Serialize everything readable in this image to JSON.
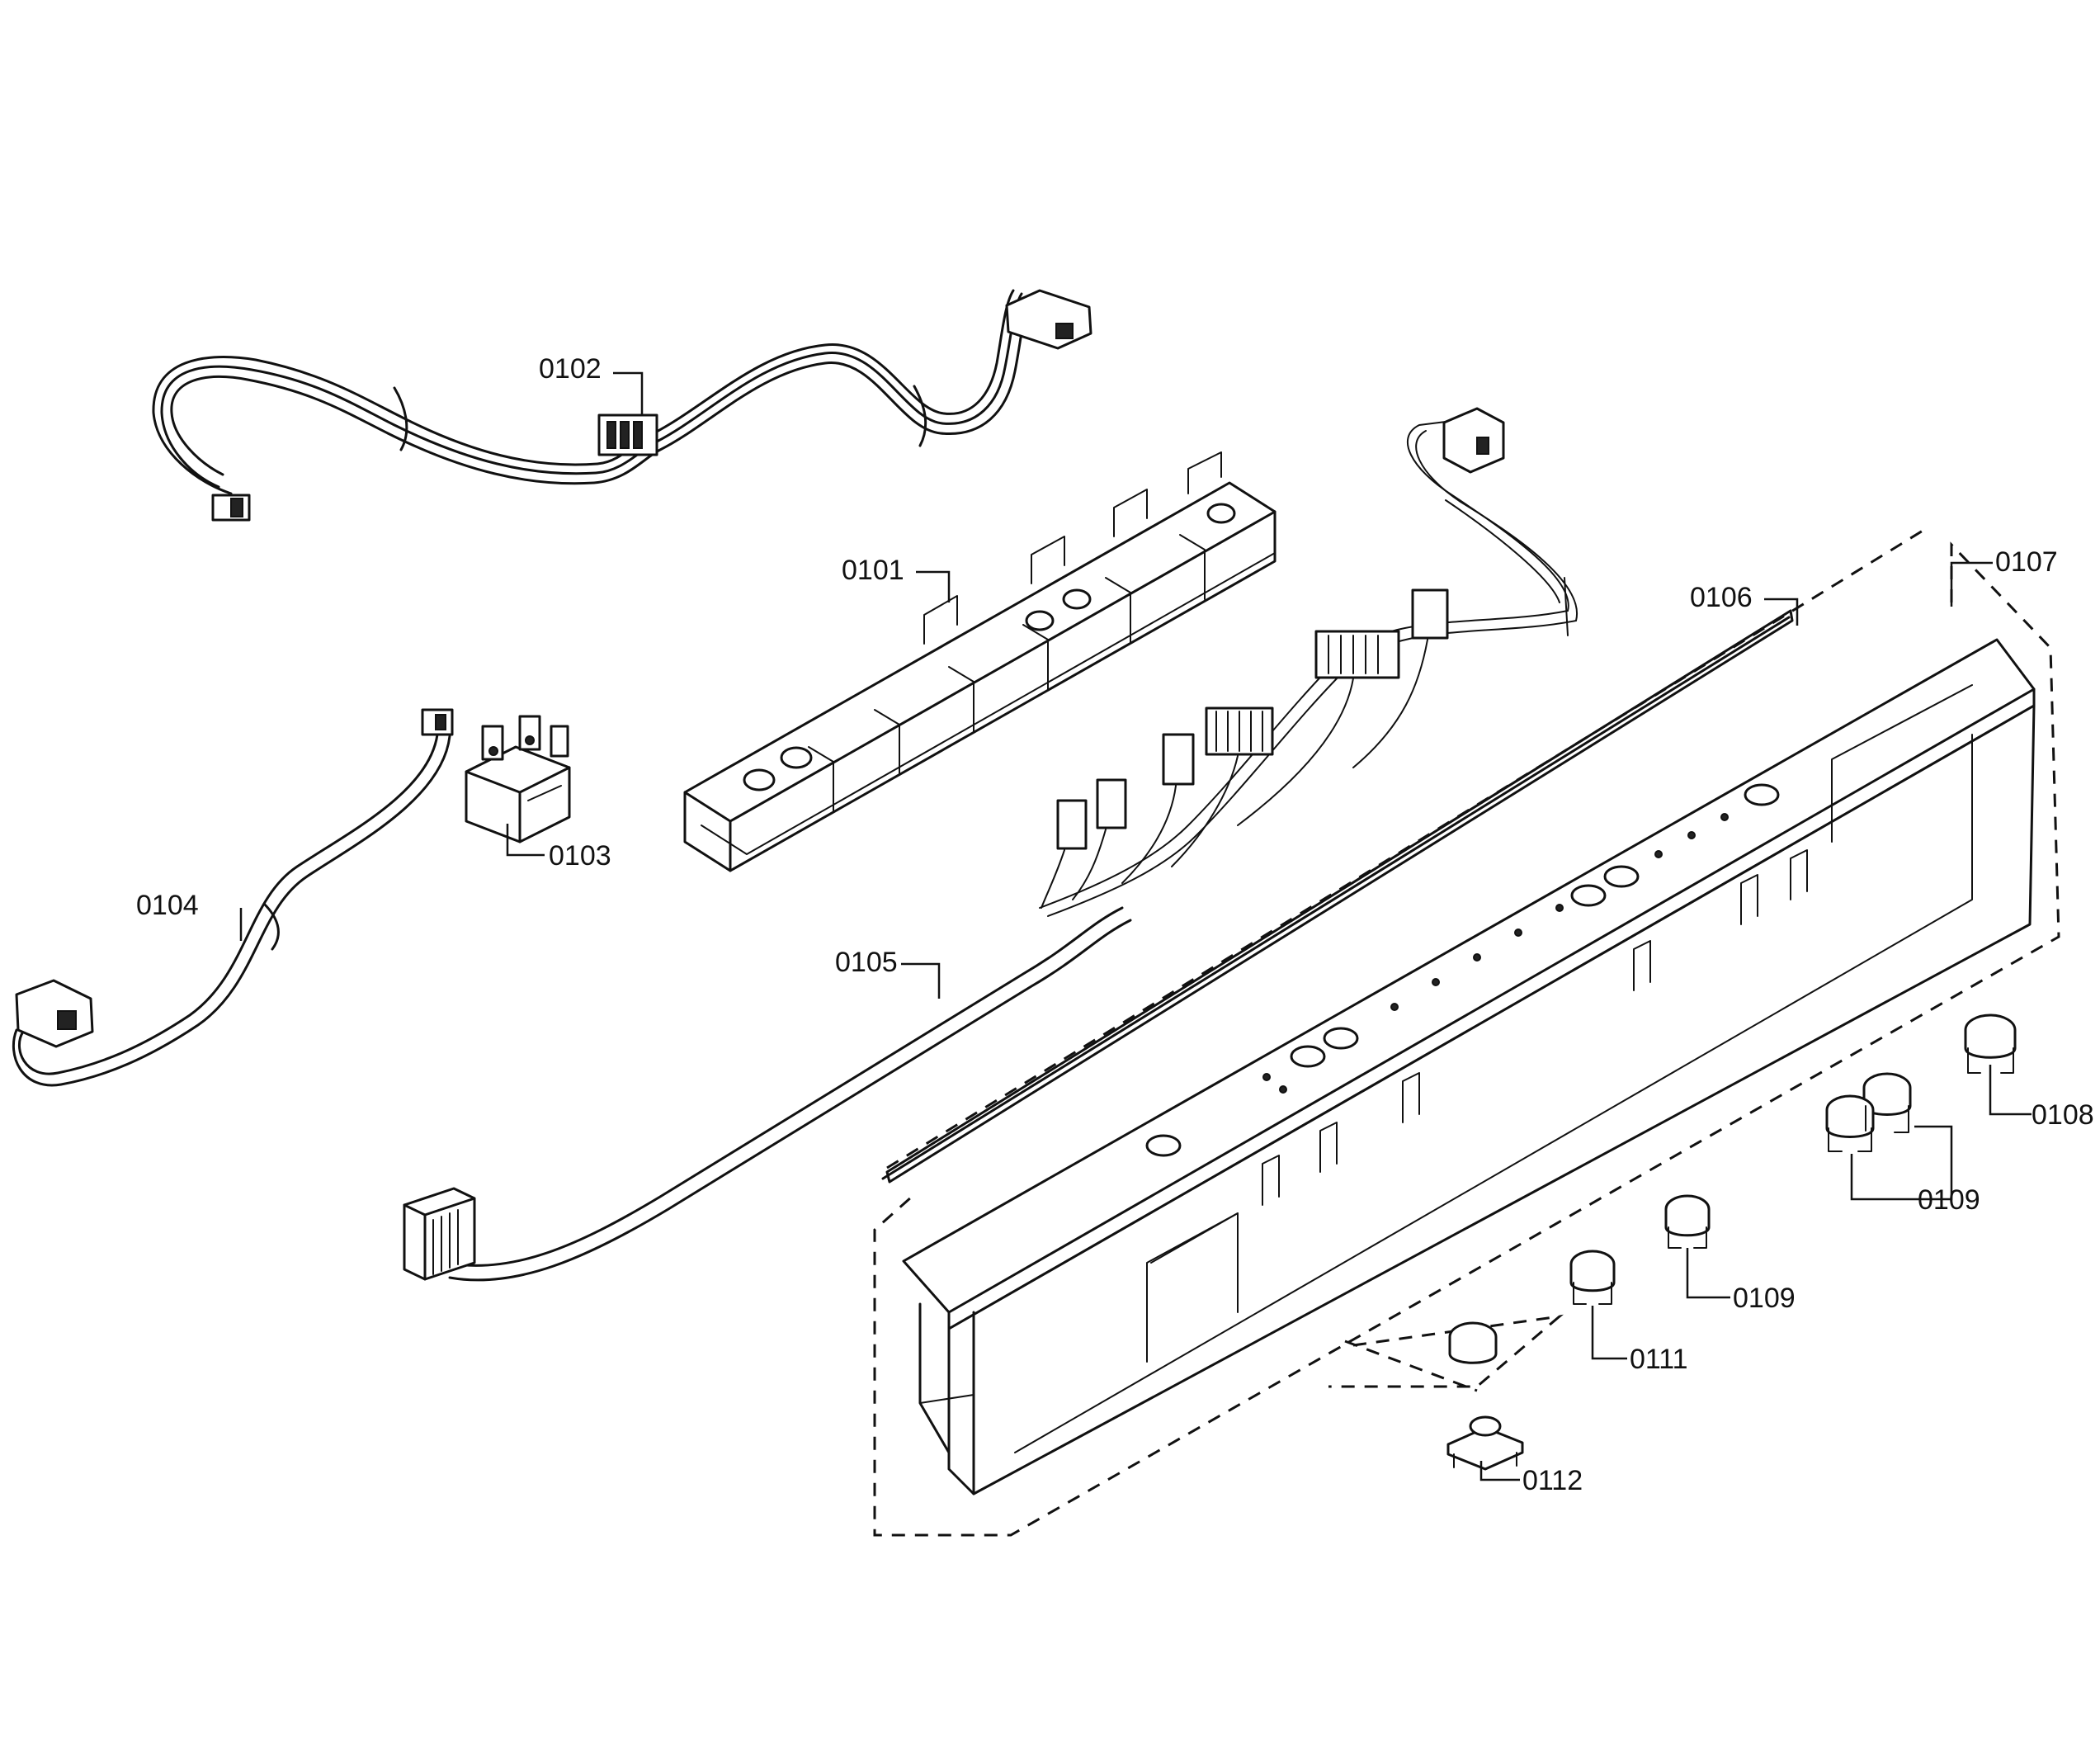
{
  "labels": {
    "p0101": "0101",
    "p0102": "0102",
    "p0103": "0103",
    "p0104": "0104",
    "p0105": "0105",
    "p0106": "0106",
    "p0107": "0107",
    "p0108": "0108",
    "p0109a": "0109",
    "p0109b": "0109",
    "p0111": "0111",
    "p0112": "0112"
  }
}
